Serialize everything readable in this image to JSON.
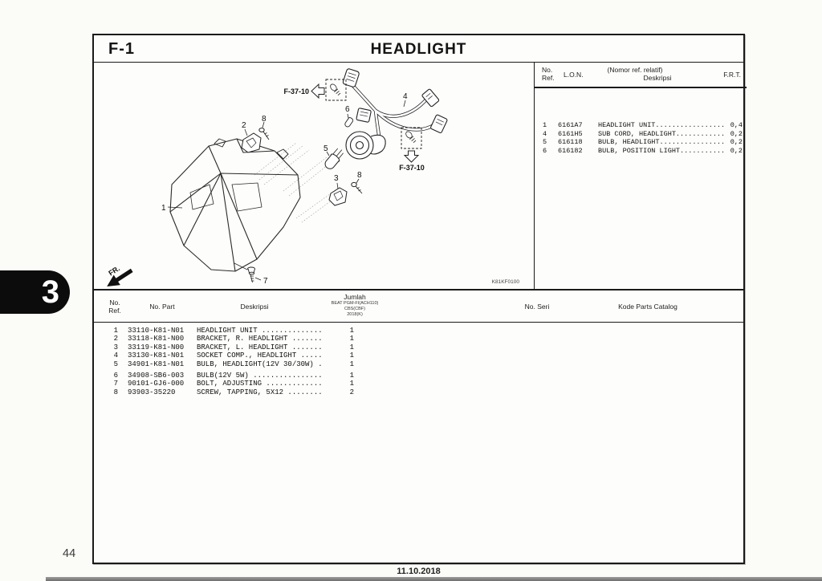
{
  "page": {
    "number": "44",
    "date": "11.10.2018",
    "section_tab": "3"
  },
  "header": {
    "code": "F-1",
    "title": "HEADLIGHT"
  },
  "ref_table": {
    "header": {
      "no": "No.",
      "ref": "Ref.",
      "lon": "L.O.N.",
      "nomor": "(Nomor ref. relatif)",
      "deskripsi": "Deskripsi",
      "frt": "F.R.T."
    },
    "rows": [
      {
        "ref": "1",
        "lon": "6161A7",
        "desc": "HEADLIGHT UNIT.................",
        "frt": "0,4"
      },
      {
        "ref": "4",
        "lon": "6161H5",
        "desc": "SUB CORD, HEADLIGHT............",
        "frt": "0,2"
      },
      {
        "ref": "5",
        "lon": "616118",
        "desc": "BULB, HEADLIGHT................",
        "frt": "0,2"
      },
      {
        "ref": "6",
        "lon": "616182",
        "desc": "BULB, POSITION LIGHT...........",
        "frt": "0,2"
      }
    ]
  },
  "diagram": {
    "code": "K81KF0100",
    "fr_label": "FR.",
    "ref_label": "F-37-10",
    "callouts": {
      "c1": "1",
      "c2": "2",
      "c3": "3",
      "c4": "4",
      "c5": "5",
      "c6": "6",
      "c7": "7",
      "c8": "8"
    }
  },
  "parts_table": {
    "header": {
      "no": "No.",
      "ref": "Ref.",
      "part": "No. Part",
      "deskripsi": "Deskripsi",
      "jumlah": "Jumlah",
      "model": "BEAT PGM-FI(ACH110)",
      "variant": "CBS(CBF)",
      "year": "2018(K)",
      "seri": "No. Seri",
      "kode": "Kode Parts Catalog"
    },
    "group1": [
      {
        "ref": "1",
        "part": "33110-K81-N01",
        "desc": "HEADLIGHT UNIT ..............",
        "qty": "1"
      },
      {
        "ref": "2",
        "part": "33118-K81-N00",
        "desc": "BRACKET, R. HEADLIGHT .......",
        "qty": "1"
      },
      {
        "ref": "3",
        "part": "33119-K81-N00",
        "desc": "BRACKET, L. HEADLIGHT .......",
        "qty": "1"
      },
      {
        "ref": "4",
        "part": "33130-K81-N01",
        "desc": "SOCKET COMP., HEADLIGHT .....",
        "qty": "1"
      },
      {
        "ref": "5",
        "part": "34901-K81-N01",
        "desc": "BULB, HEADLIGHT(12V 30/30W) .",
        "qty": "1"
      }
    ],
    "group2": [
      {
        "ref": "6",
        "part": "34908-SB6-003",
        "desc": "BULB(12V 5W) ................",
        "qty": "1"
      },
      {
        "ref": "7",
        "part": "90101-GJ6-000",
        "desc": "BOLT, ADJUSTING .............",
        "qty": "1"
      },
      {
        "ref": "8",
        "part": "93903-35220",
        "desc": "SCREW, TAPPING, 5X12 ........",
        "qty": "2"
      }
    ]
  }
}
